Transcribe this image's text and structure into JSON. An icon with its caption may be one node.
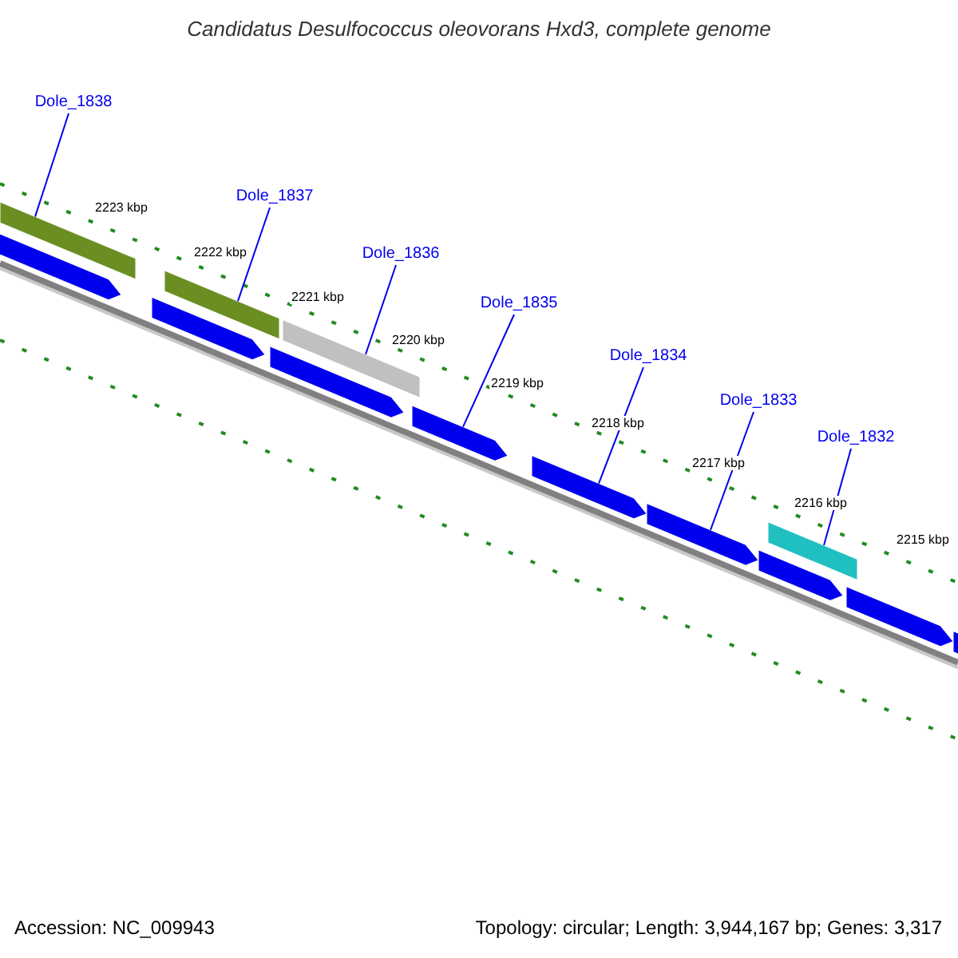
{
  "diagram": {
    "title": "Candidatus Desulfococcus oleovorans Hxd3, complete genome",
    "nodes": [
      {
        "text": [
          "Dole_1838"
        ]
      },
      {
        "text": [
          "Dole_1837"
        ]
      },
      {
        "text": [
          "Dole_1836"
        ]
      },
      {
        "text": [
          "Dole_1835"
        ]
      },
      {
        "text": [
          "Dole_1834"
        ]
      },
      {
        "text": [
          "Dole_1833"
        ]
      },
      {
        "text": [
          "Dole_1832"
        ]
      },
      {
        "text": [],
        "shape": "bar"
      },
      {
        "text": [],
        "shape": "bar"
      },
      {
        "text": [],
        "shape": "bar"
      },
      {
        "text": [],
        "shape": "bar"
      },
      {
        "text": [],
        "shape": "bar"
      },
      {
        "text": [],
        "shape": "bar"
      },
      {
        "text": [],
        "shape": "bar"
      },
      {
        "text": [],
        "shape": "bar"
      },
      {
        "text": [],
        "shape": "bar"
      },
      {
        "text": [],
        "shape": "bar"
      },
      {
        "text": [],
        "shape": "bar"
      },
      {
        "text": [],
        "shape": "bar"
      },
      {
        "text": [],
        "shape": "bar"
      }
    ],
    "edges": [
      {
        "from": 0,
        "to": 7,
        "arrow": "none"
      },
      {
        "from": 1,
        "to": 10,
        "arrow": "none"
      },
      {
        "from": 2,
        "to": 12,
        "arrow": "none"
      },
      {
        "from": 3,
        "to": 13,
        "arrow": "none"
      },
      {
        "from": 4,
        "to": 14,
        "arrow": "none"
      },
      {
        "from": 5,
        "to": 15,
        "arrow": "none"
      },
      {
        "from": 6,
        "to": 17,
        "arrow": "none"
      }
    ],
    "labels": [
      "2223 kbp",
      "2222 kbp",
      "2221 kbp",
      "2220 kbp",
      "2219 kbp",
      "2218 kbp",
      "2217 kbp",
      "2216 kbp",
      "2215 kbp",
      "Accession: NC_009943",
      "Topology: circular; Length: 3,944,167 bp; Genes: 3,317"
    ]
  }
}
